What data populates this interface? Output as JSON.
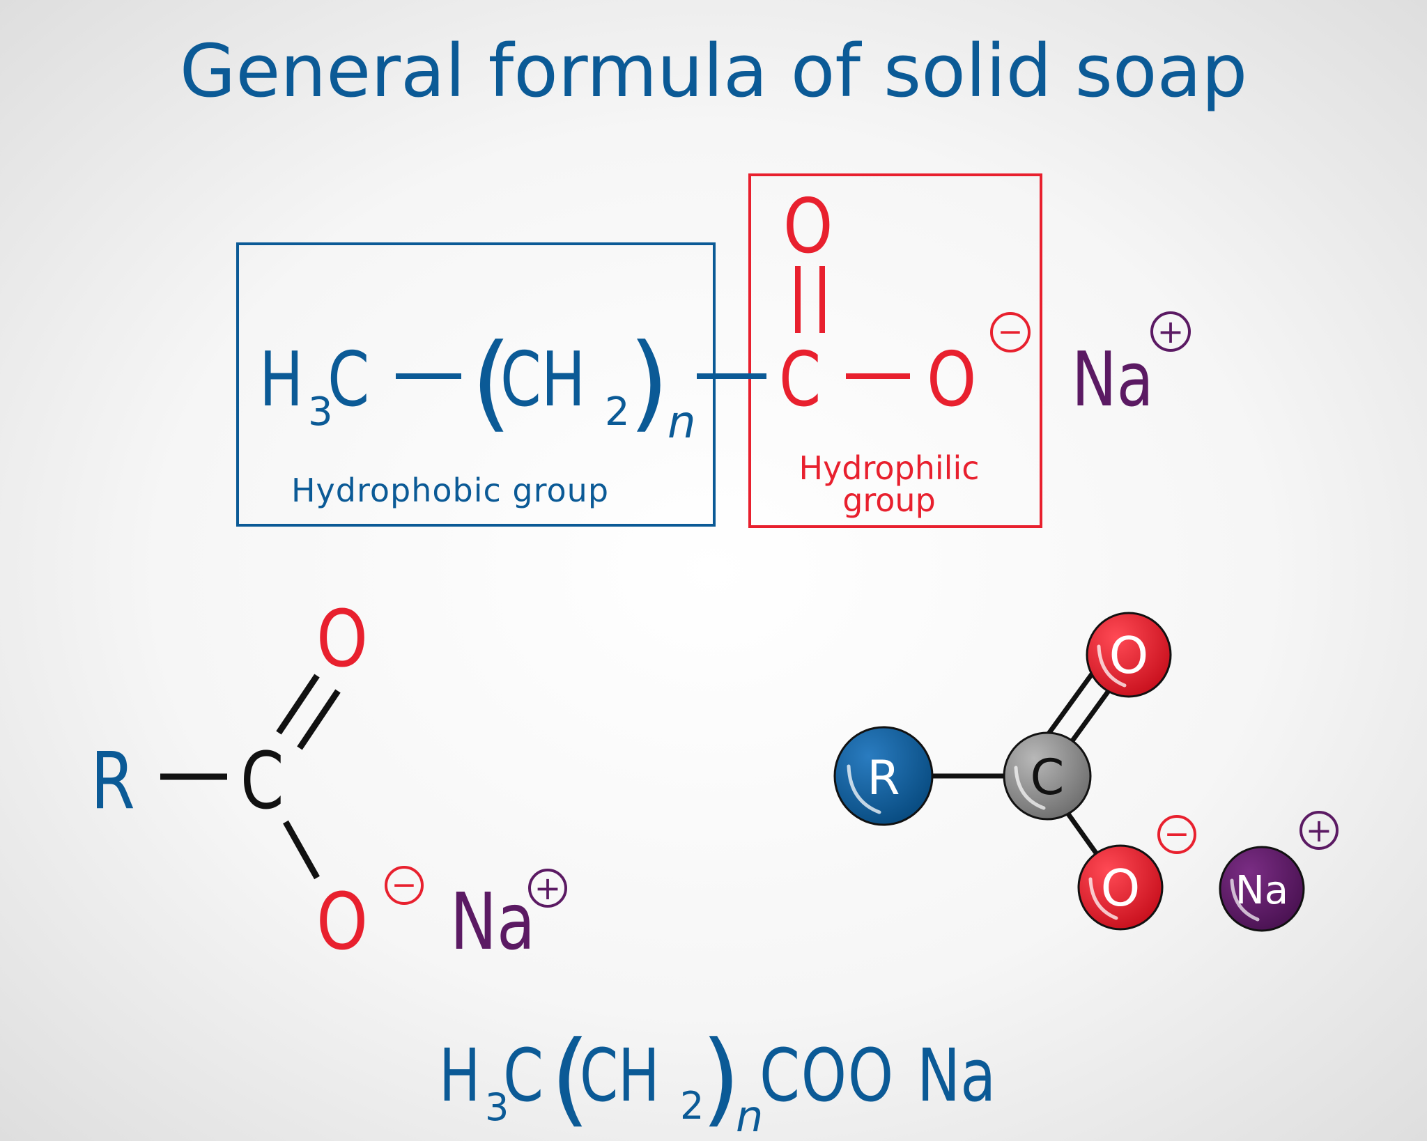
{
  "title": "General formula of solid soap",
  "colors": {
    "blue": "#0b5a96",
    "red": "#e8202e",
    "purple": "#5b1a63",
    "black": "#111111",
    "gray_atom": "#8c8c8c"
  },
  "top_formula": {
    "h": "H",
    "h_sub": "3",
    "c": "C",
    "paren_open": "(",
    "ch": "CH",
    "ch_sub": "2",
    "paren_close": ")",
    "n": "n",
    "carbonyl_c": "C",
    "carbonyl_o": "O",
    "anion_o": "O",
    "minus": "−",
    "na": "Na",
    "plus": "+",
    "hydrophobic_label": "Hydrophobic group",
    "hydrophilic_label_1": "Hydrophilic",
    "hydrophilic_label_2": "group"
  },
  "skeletal": {
    "r": "R",
    "c": "C",
    "o_top": "O",
    "o_bottom": "O",
    "minus": "−",
    "na": "Na",
    "plus": "+"
  },
  "ball_model": {
    "r": "R",
    "c": "C",
    "o_top": "O",
    "o_bottom": "O",
    "minus": "−",
    "na": "Na",
    "plus": "+"
  },
  "bottom_formula": {
    "h": "H",
    "h_sub": "3",
    "c": "C",
    "paren_open": "(",
    "ch": "CH",
    "ch_sub": "2",
    "paren_close": ")",
    "n": "n",
    "coo": "COO",
    "na": "Na"
  }
}
